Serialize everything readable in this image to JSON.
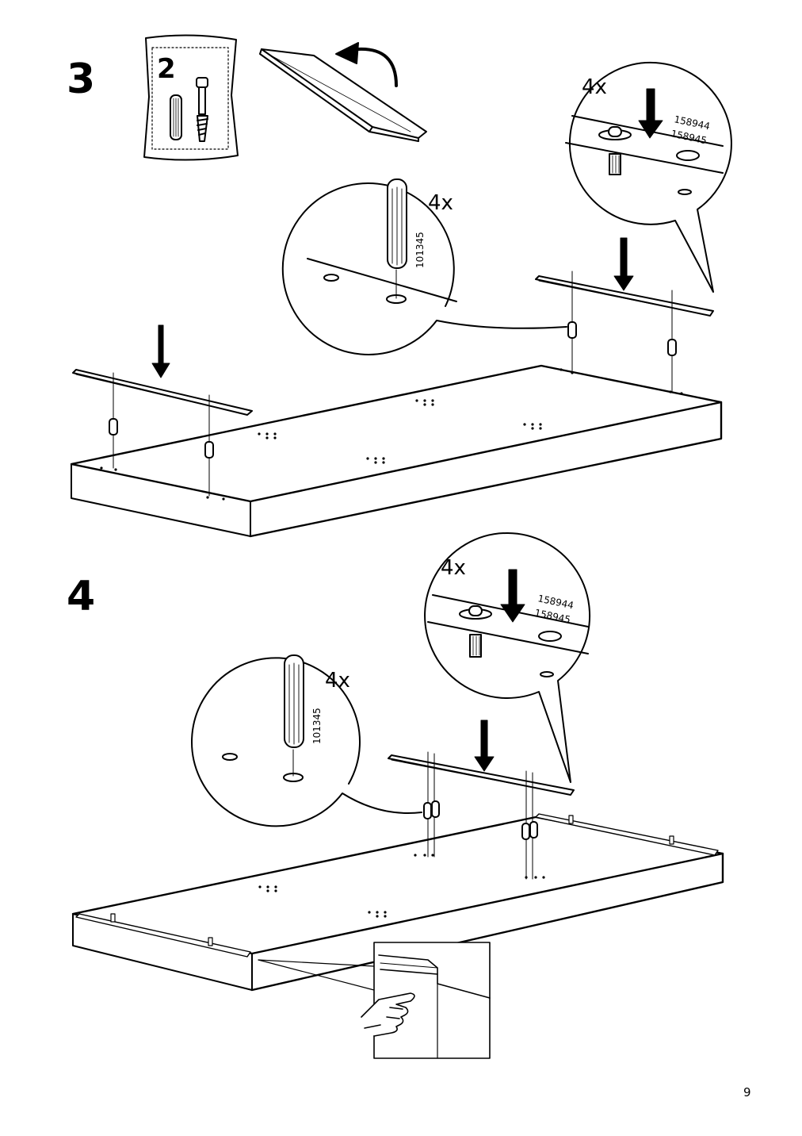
{
  "page": {
    "number": "9"
  },
  "steps": [
    {
      "number": "3",
      "bag_number": "2",
      "callouts": [
        {
          "quantity": "4x",
          "part_number": "101345"
        },
        {
          "quantity": "4x",
          "part_numbers": [
            "158944",
            "158945"
          ]
        }
      ]
    },
    {
      "number": "4",
      "callouts": [
        {
          "quantity": "4x",
          "part_number": "101345"
        },
        {
          "quantity": "4x",
          "part_numbers": [
            "158944",
            "158945"
          ]
        }
      ]
    }
  ]
}
